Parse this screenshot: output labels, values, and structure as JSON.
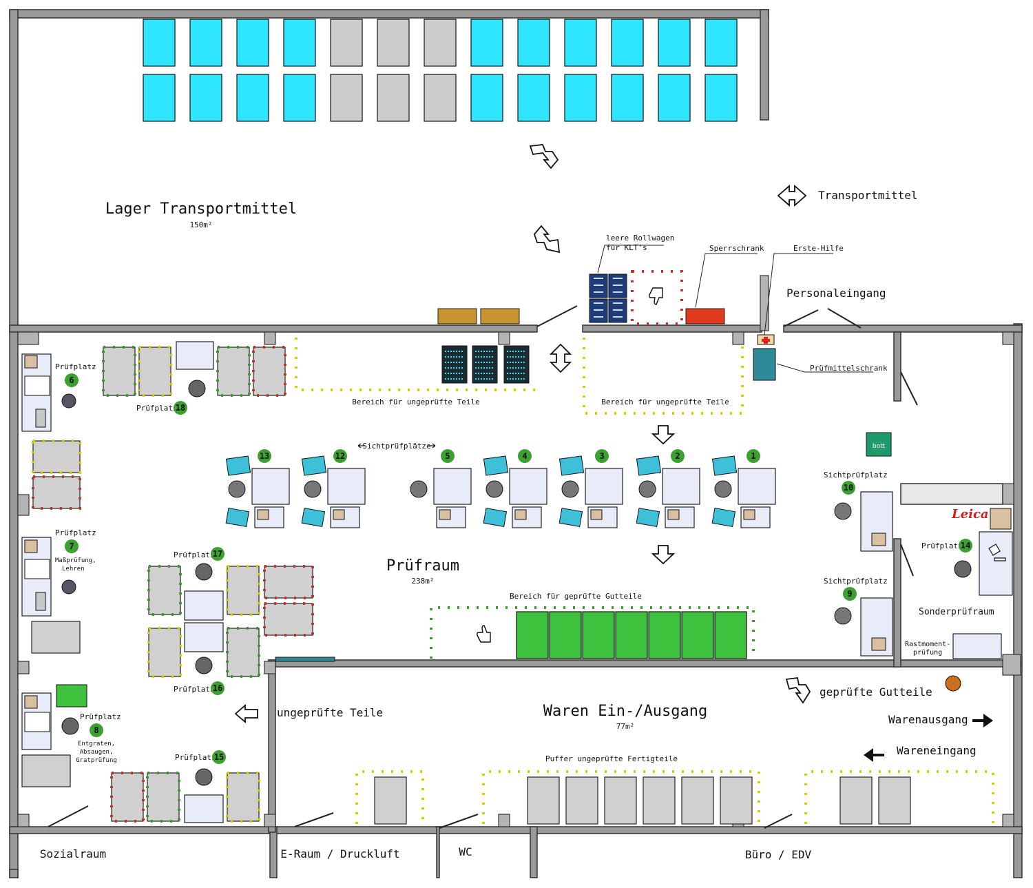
{
  "rooms": {
    "lager": {
      "title": "Lager Transportmittel",
      "area": "150m²"
    },
    "pruefraum": {
      "title": "Prüfraum",
      "area": "238m²"
    },
    "waren": {
      "title": "Waren Ein-/Ausgang",
      "area": "77m²"
    },
    "sozialraum": "Sozialraum",
    "eraum": "E-Raum / Druckluft",
    "wc": "WC",
    "buero": "Büro / EDV",
    "sonderpruefraum": "Sonderprüfraum"
  },
  "labels": {
    "transportmittel": "Transportmittel",
    "leere_rollwagen_1": "leere Rollwagen",
    "leere_rollwagen_2": "für KLT's",
    "sperrschrank": "Sperrschrank",
    "erste_hilfe": "Erste-Hilfe",
    "personaleingang": "Personaleingang",
    "pruefmittelschrank": "Prüfmittelschrank",
    "bereich_ungeprueft_1": "Bereich für ungeprüfte Teile",
    "bereich_ungeprueft_2": "Bereich für ungeprüfte Teile",
    "sichtpruefplaetze": "Sichtprüfplätze",
    "bereich_geprueft": "Bereich für geprüfte Gutteile",
    "ungepruefte_teile": "ungeprüfte Teile",
    "gepruefte_gutteile": "geprüfte Gutteile",
    "warenausgang": "Warenausgang",
    "wareneingang": "Wareneingang",
    "puffer": "Puffer ungeprüfte Fertigteile",
    "bott": "bott",
    "leica": "Leica",
    "rastmoment_1": "Rastmoment-",
    "rastmoment_2": "prüfung"
  },
  "stations": {
    "p6": {
      "label": "Prüfplatz",
      "number": "6"
    },
    "p7": {
      "label": "Prüfplatz",
      "number": "7",
      "note_1": "Maßprüfung,",
      "note_2": "Lehren"
    },
    "p8": {
      "label": "Prüfplatz",
      "number": "8",
      "note_1": "Entgraten,",
      "note_2": "Absaugen,",
      "note_3": "Gratprüfung"
    },
    "p18": {
      "label": "Prüfplatz",
      "number": "18"
    },
    "p17": {
      "label": "Prüfplatz",
      "number": "17"
    },
    "p16": {
      "label": "Prüfplatz",
      "number": "16"
    },
    "p15": {
      "label": "Prüfplatz",
      "number": "15"
    },
    "p14": {
      "label": "Prüfplatz",
      "number": "14"
    },
    "s10": {
      "label": "Sichtprüfplatz",
      "number": "10"
    },
    "s9": {
      "label": "Sichtprüfplatz",
      "number": "9"
    },
    "row": [
      "13",
      "12",
      "5",
      "4",
      "3",
      "2",
      "1"
    ]
  },
  "colors": {
    "klt_blue": "#2ee6ff",
    "klt_grey": "#cccccc",
    "gutteile_green": "#3ec23e",
    "badge_green": "#3da031",
    "sperrschrank_red": "#e03a1e",
    "pallet_brown": "#c8922e",
    "pruefmittelschrank_teal": "#2e8a96",
    "bott_green": "#1f9a6a"
  },
  "icons": [
    "thumbs-up-icon",
    "thumbs-down-icon",
    "first-aid-icon",
    "arrow-icon",
    "chair-icon",
    "microscope-icon"
  ]
}
